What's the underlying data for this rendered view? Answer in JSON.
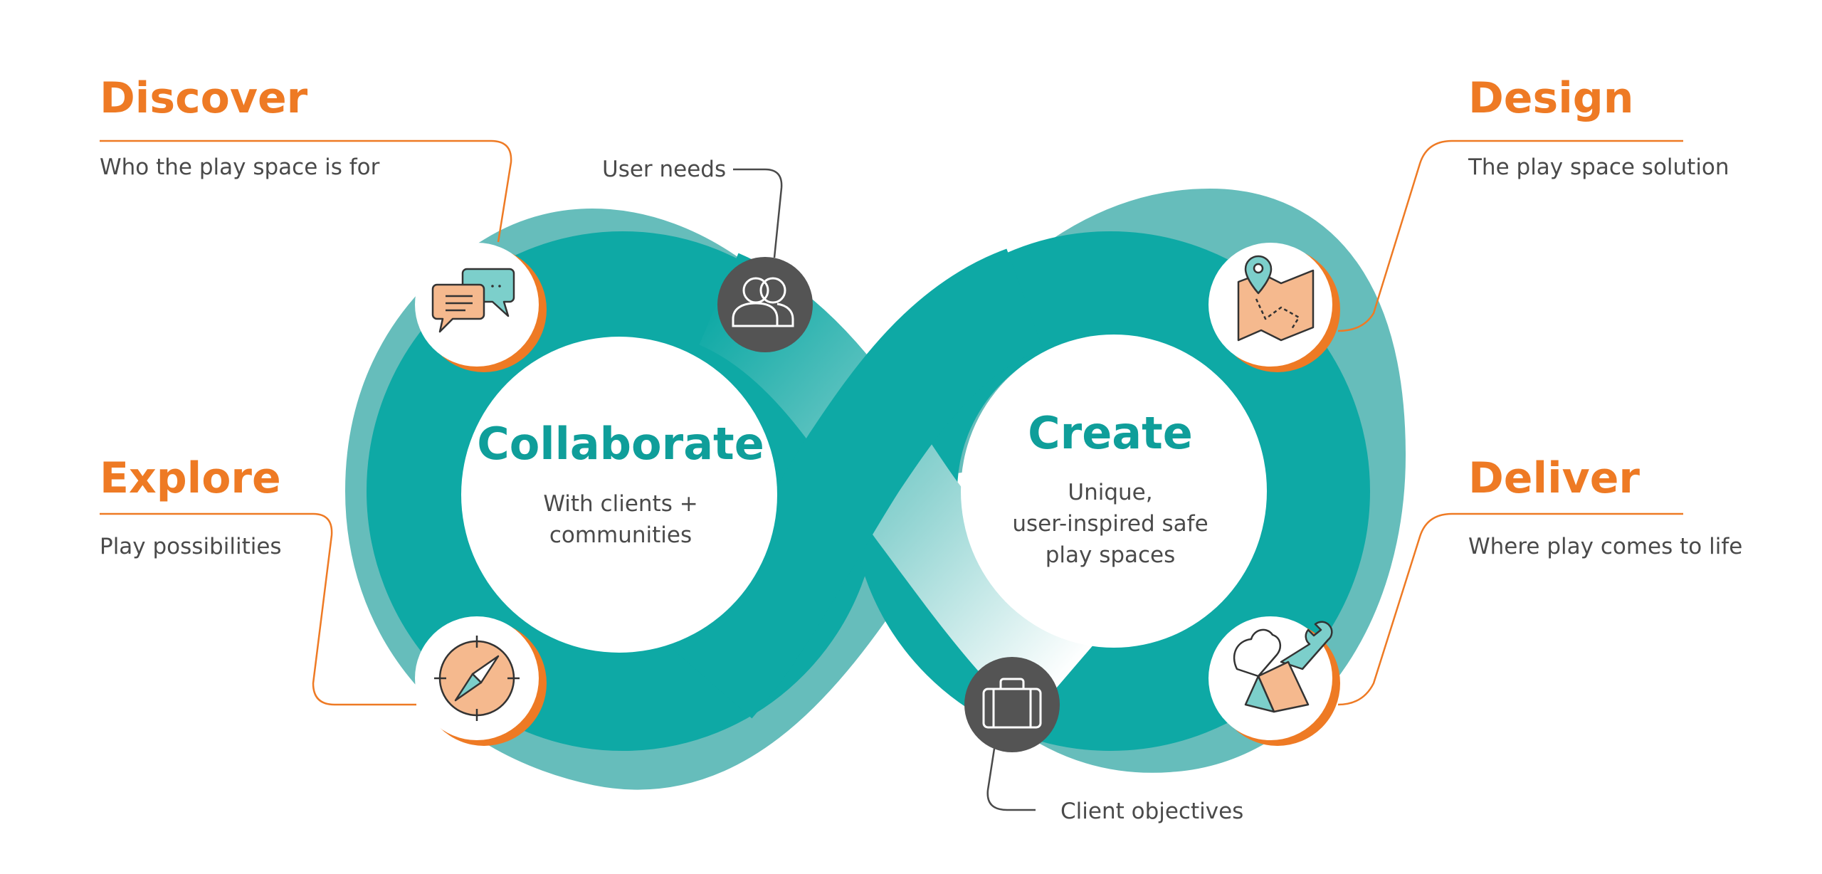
{
  "colors": {
    "accent": "#EE7A24",
    "teal": "#0EA9A5",
    "teal_light": "#66BDBB",
    "dark_badge": "#545454",
    "text": "#4a4a4a"
  },
  "stages": {
    "discover": {
      "title": "Discover",
      "subtitle": "Who the play space is for",
      "icon": "speech-bubbles-icon"
    },
    "explore": {
      "title": "Explore",
      "subtitle": "Play possibilities",
      "icon": "compass-icon"
    },
    "design": {
      "title": "Design",
      "subtitle": "The play space solution",
      "icon": "map-pin-icon"
    },
    "deliver": {
      "title": "Deliver",
      "subtitle": "Where play comes to life",
      "icon": "glove-wrench-icon"
    }
  },
  "center": {
    "left": {
      "title": "Collaborate",
      "lines": [
        "With clients +",
        "communities"
      ]
    },
    "right": {
      "title": "Create",
      "lines": [
        "Unique,",
        "user-inspired safe",
        "play spaces"
      ]
    }
  },
  "notes": {
    "user_needs": {
      "label": "User needs",
      "icon": "users-icon"
    },
    "client_objectives": {
      "label": "Client objectives",
      "icon": "briefcase-icon"
    }
  }
}
